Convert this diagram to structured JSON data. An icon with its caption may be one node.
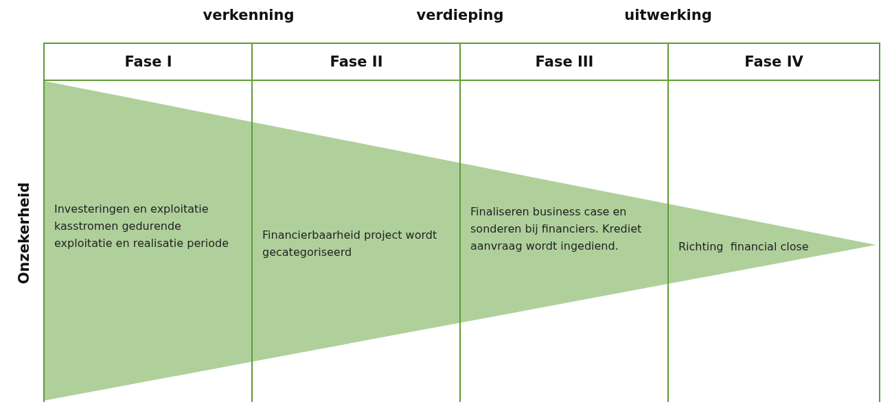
{
  "diagram": {
    "nodes": [
      {
        "text": [
          "Fase I",
          "Investeringen en exploitatie kasstromen gedurende exploitatie en realisatie periode"
        ]
      },
      {
        "text": [
          "Fase II",
          "Financierbaarheid project wordt gecategoriseerd"
        ]
      },
      {
        "text": [
          "Fase III",
          "Finaliseren business case en sonderen bij financiers. Krediet aanvraag wordt ingediend."
        ]
      },
      {
        "text": [
          "Fase IV",
          "Richting  financial close"
        ]
      }
    ],
    "labels": [
      "verkenning",
      "verdieping",
      "uitwerking",
      "Onzekerheid"
    ]
  }
}
